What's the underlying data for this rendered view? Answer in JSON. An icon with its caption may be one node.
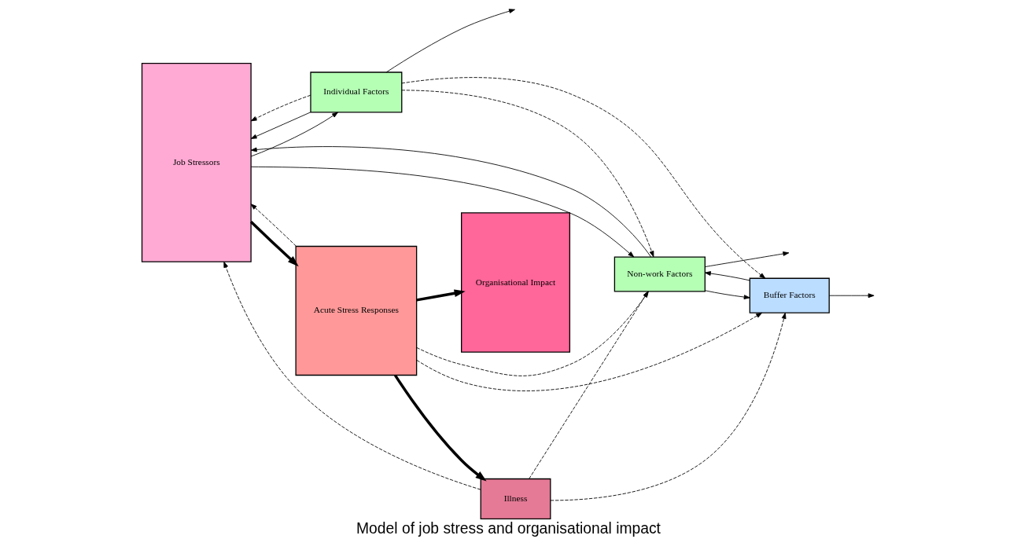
{
  "diagram": {
    "caption": "Model of job stress and organisational impact",
    "nodes": [
      {
        "text": [
          "Job Stressors"
        ]
      },
      {
        "text": [
          "Individual Factors"
        ]
      },
      {
        "text": [
          "Acute Stress Responses"
        ]
      },
      {
        "text": [
          "Organisational Impact"
        ]
      },
      {
        "text": [
          "Non-work Factors"
        ]
      },
      {
        "text": [
          "Buffer Factors"
        ]
      },
      {
        "text": [
          "Illness"
        ]
      }
    ],
    "edges": [
      {
        "from": 1,
        "to": 0,
        "arrow": "to"
      },
      {
        "from": 0,
        "to": 1,
        "arrow": "to"
      },
      {
        "from": 0,
        "to": 2,
        "arrow": "to",
        "style": "thick"
      },
      {
        "from": 1,
        "to": null,
        "arrow": "to"
      },
      {
        "from": 4,
        "to": null,
        "arrow": "to"
      },
      {
        "from": 5,
        "to": null,
        "arrow": "to"
      },
      {
        "from": 2,
        "to": 3,
        "arrow": "to",
        "style": "thick"
      },
      {
        "from": 2,
        "to": 6,
        "arrow": "to",
        "style": "thick"
      },
      {
        "from": 4,
        "to": 0,
        "arrow": "to"
      },
      {
        "from": 0,
        "to": 4,
        "arrow": "to"
      },
      {
        "from": 5,
        "to": 4,
        "arrow": "to"
      },
      {
        "from": 4,
        "to": 5,
        "arrow": "to"
      },
      {
        "from": 1,
        "to": 0,
        "arrow": "to",
        "style": "dashed"
      },
      {
        "from": 1,
        "to": 4,
        "arrow": "to",
        "style": "dashed"
      },
      {
        "from": 1,
        "to": 5,
        "arrow": "to",
        "style": "dashed"
      },
      {
        "from": 2,
        "to": 0,
        "arrow": "to",
        "style": "dashed"
      },
      {
        "from": 2,
        "to": 4,
        "arrow": "to",
        "style": "dashed"
      },
      {
        "from": 2,
        "to": 5,
        "arrow": "to",
        "style": "dashed"
      },
      {
        "from": 6,
        "to": 0,
        "arrow": "to",
        "style": "dashed"
      },
      {
        "from": 6,
        "to": 4,
        "arrow": "to",
        "style": "dashed"
      },
      {
        "from": 6,
        "to": 5,
        "arrow": "to",
        "style": "dashed"
      }
    ]
  }
}
